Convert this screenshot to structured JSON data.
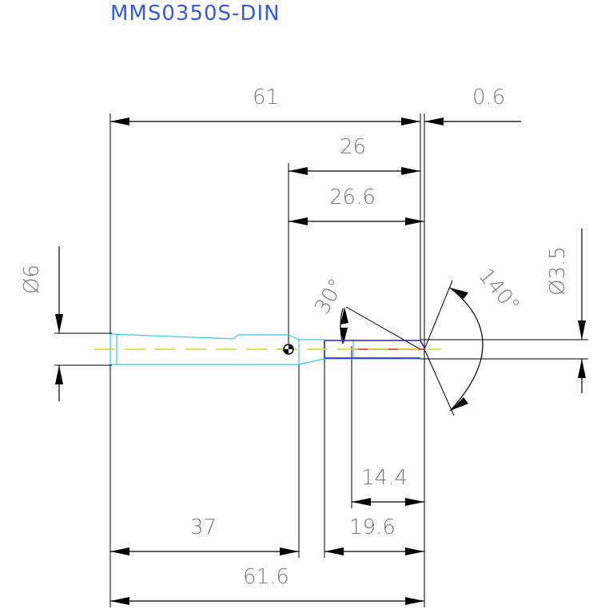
{
  "title": "MMS0350S-DIN",
  "dimensions": {
    "length_61": "61",
    "length_0_6": "0.6",
    "length_26": "26",
    "length_26_6": "26.6",
    "diameter_6": "Ø6",
    "diameter_3_5": "Ø3.5",
    "angle_30": "30°",
    "angle_140": "140°",
    "length_14_4": "14.4",
    "length_19_6": "19.6",
    "length_37": "37",
    "length_61_6": "61.6"
  },
  "colors": {
    "outline": "#38c8e8",
    "flute": "#2020c8",
    "tip": "#e02020",
    "centerline": "#d8d820",
    "dimension_text": "#7a7a7a",
    "title": "#3a5bd6"
  }
}
